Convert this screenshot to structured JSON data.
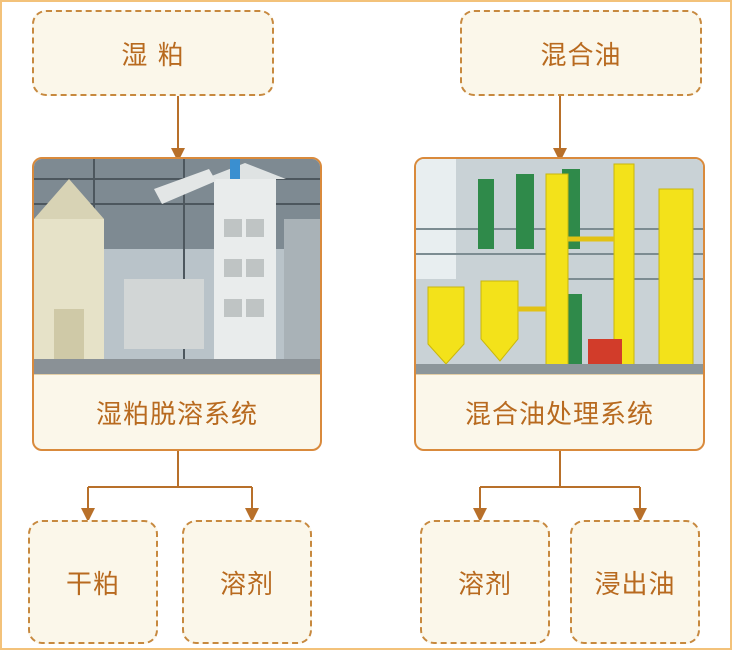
{
  "left": {
    "input_label": "湿 粕",
    "system_label": "湿粕脱溶系统",
    "outputs": [
      "干粕",
      "溶剂"
    ]
  },
  "right": {
    "input_label": "混合油",
    "system_label": "混合油处理系统",
    "outputs": [
      "溶剂",
      "浸出油"
    ]
  },
  "colors": {
    "border": "#c7893f",
    "text": "#b86a1f",
    "arrow": "#b8702a",
    "box_bg": "#fbf7ea"
  }
}
